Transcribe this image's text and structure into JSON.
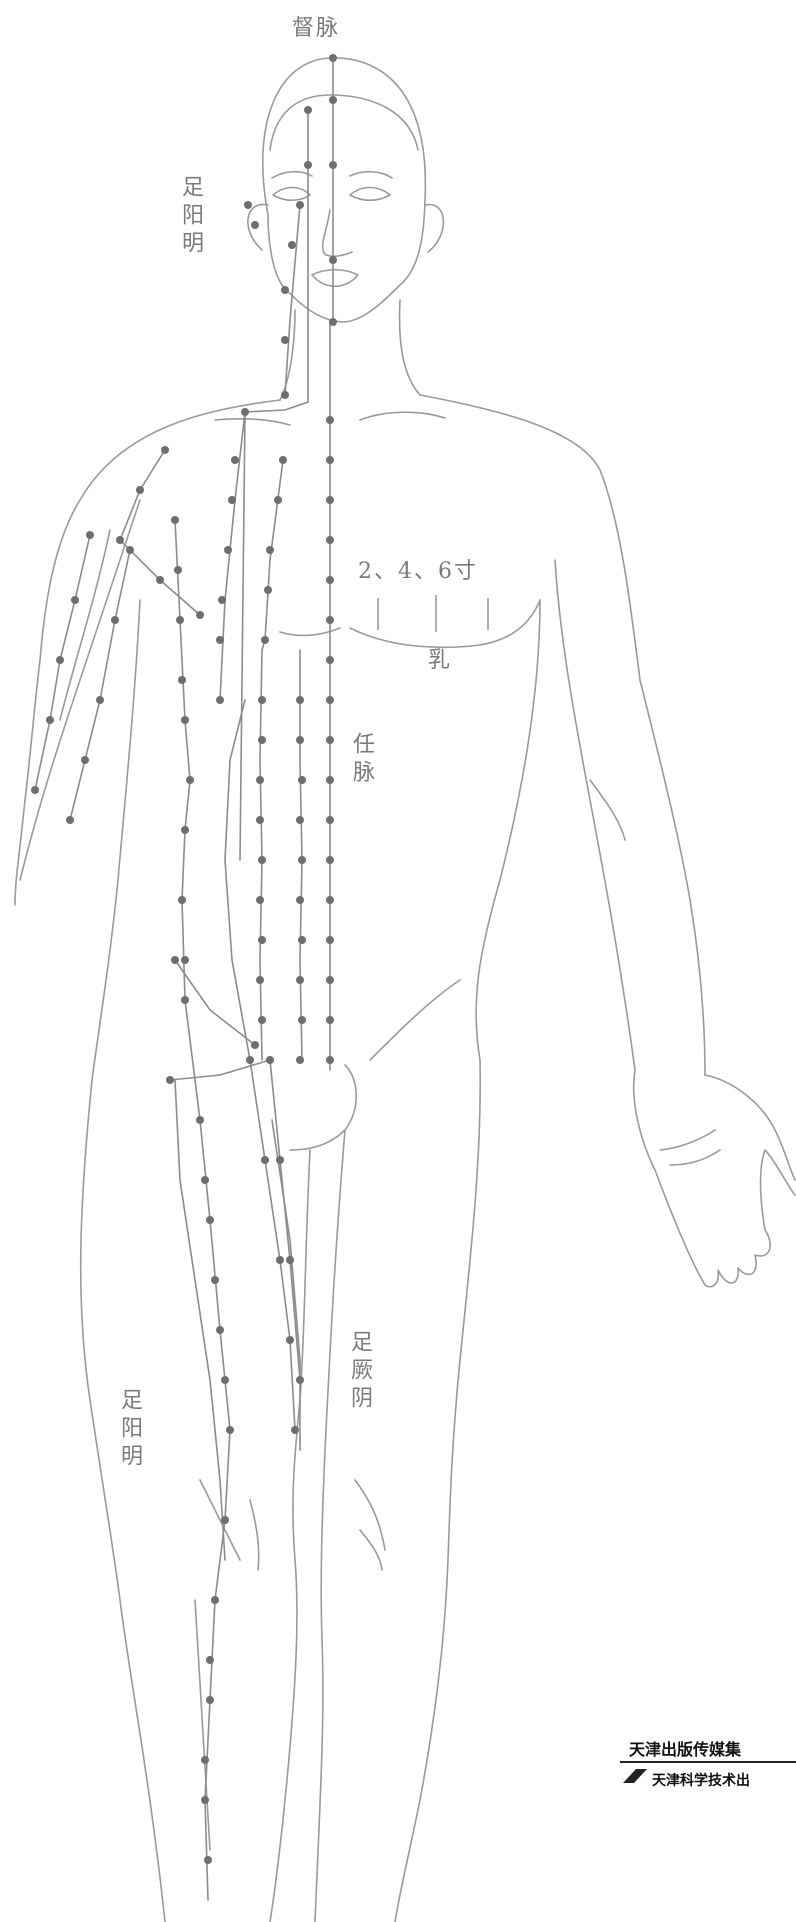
{
  "labels": {
    "du_mai": "督脉",
    "zu_yangming_top": "足阳明",
    "inches": "2、4、6寸",
    "nipple": "乳",
    "ren_mai": "任脉",
    "zu_jueyin": "足厥阴",
    "zu_yangming_bottom": "足阳明"
  },
  "publisher": {
    "line1": "天津出版传媒集",
    "line2": "天津科学技术出"
  },
  "colors": {
    "outline": "#9a9a9a",
    "meridian": "#8c8c8c",
    "point": "#6e6e6e"
  }
}
